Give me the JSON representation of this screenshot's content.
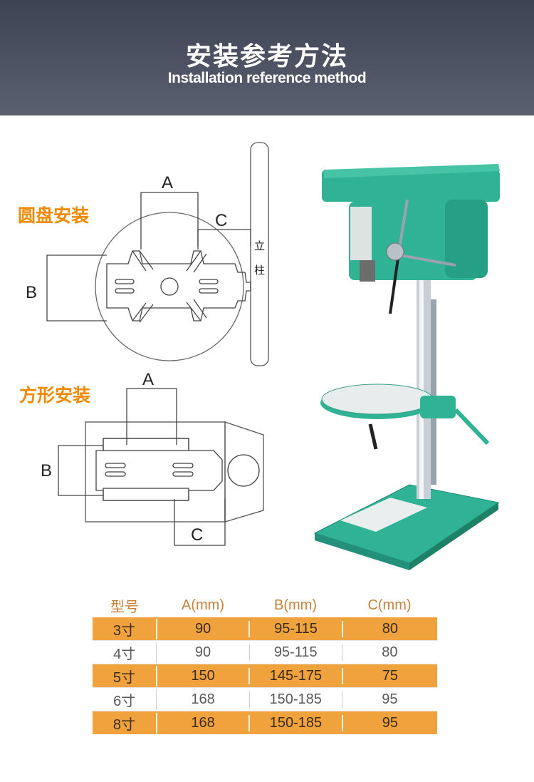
{
  "banner": {
    "title": "安装参考方法",
    "subtitle": "Installation reference method"
  },
  "sections": {
    "round": "圆盘安装",
    "square": "方形安装"
  },
  "diagram_labels": {
    "round": {
      "a": "A",
      "b": "B",
      "c": "C",
      "column1": "立",
      "column2": "柱"
    },
    "square": {
      "a": "A",
      "b": "B",
      "c": "C"
    }
  },
  "table": {
    "headers": [
      "型号",
      "A(mm)",
      "B(mm)",
      "C(mm)"
    ],
    "rows": [
      [
        "3寸",
        "90",
        "95-115",
        "80"
      ],
      [
        "4寸",
        "90",
        "95-115",
        "80"
      ],
      [
        "5寸",
        "150",
        "145-175",
        "75"
      ],
      [
        "6寸",
        "168",
        "150-185",
        "95"
      ],
      [
        "8寸",
        "168",
        "150-185",
        "95"
      ]
    ]
  },
  "colors": {
    "accent_orange": "#f08a00",
    "row_orange": "#f0a33d",
    "machine_green": "#2fb394",
    "banner_dark": "#3d4352"
  }
}
